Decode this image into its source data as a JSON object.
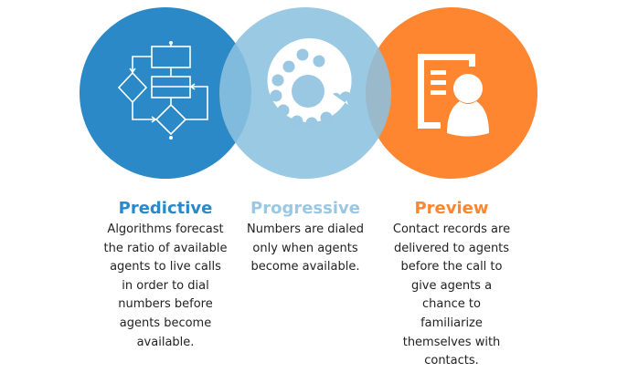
{
  "colors": {
    "predictive": "#2a89c6",
    "progressive": "#9ac8e2",
    "preview": "#fe8631"
  },
  "columns": [
    {
      "title": "Predictive",
      "icon": "flowchart-icon",
      "text": "Algorithms forecast\nthe ratio of available\nagents to live calls\nin order to dial\nnumbers before\nagents become\navailable."
    },
    {
      "title": "Progressive",
      "icon": "rotary-dial-icon",
      "text": "Numbers are dialed\nonly when agents\nbecome available."
    },
    {
      "title": "Preview",
      "icon": "contact-record-icon",
      "text": "Contact records are\ndelivered to agents\nbefore the call to\ngive agents a\nchance to\nfamiliarize\nthemselves with\ncontacts."
    }
  ]
}
